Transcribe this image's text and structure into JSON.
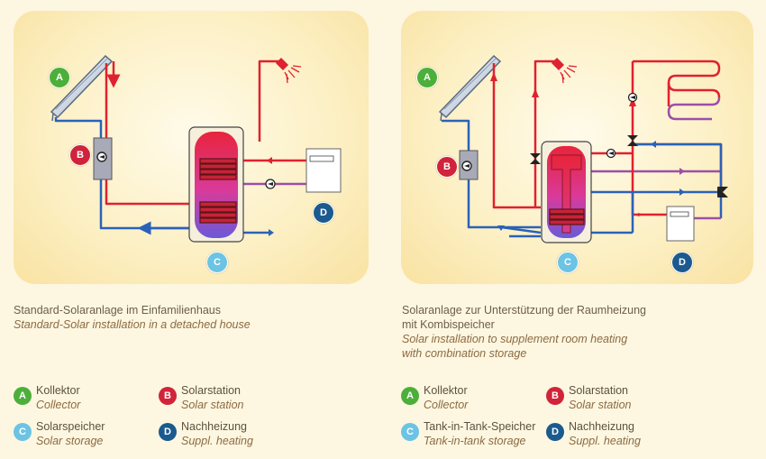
{
  "colors": {
    "A": "#4caf3a",
    "B": "#d0243a",
    "C": "#6cc3e4",
    "D": "#1a5a8e",
    "hot": "#e0212f",
    "cold": "#2a62b8",
    "mix": "#9b4fa8"
  },
  "left": {
    "caption_de": "Standard-Solaranlage im Einfamilienhaus",
    "caption_en": "Standard-Solar installation in a detached house",
    "labels": {
      "A": "A",
      "B": "B",
      "C": "C",
      "D": "D"
    },
    "legend": [
      {
        "key": "A",
        "de": "Kollektor",
        "en": "Collector"
      },
      {
        "key": "B",
        "de": "Solarstation",
        "en": "Solar station"
      },
      {
        "key": "C",
        "de": "Solarspeicher",
        "en": "Solar storage"
      },
      {
        "key": "D",
        "de": "Nachheizung",
        "en": "Suppl. heating"
      }
    ]
  },
  "right": {
    "caption_de_1": "Solaranlage zur Unterstützung der Raumheizung",
    "caption_de_2": "mit Kombispeicher",
    "caption_en_1": "Solar installation to supplement room heating",
    "caption_en_2": "with combination storage",
    "labels": {
      "A": "A",
      "B": "B",
      "C": "C",
      "D": "D"
    },
    "legend": [
      {
        "key": "A",
        "de": "Kollektor",
        "en": "Collector"
      },
      {
        "key": "B",
        "de": "Solarstation",
        "en": "Solar station"
      },
      {
        "key": "C",
        "de": "Tank-in-Tank-Speicher",
        "en": "Tank-in-tank storage"
      },
      {
        "key": "D",
        "de": "Nachheizung",
        "en": "Suppl. heating"
      }
    ]
  }
}
